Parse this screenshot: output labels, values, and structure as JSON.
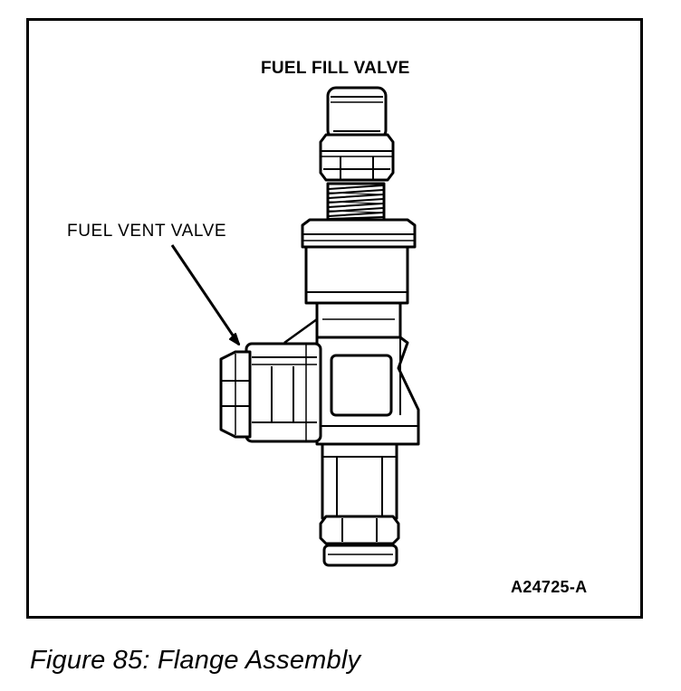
{
  "figure": {
    "labels": {
      "fuel_fill_valve": "FUEL FILL VALVE",
      "fuel_vent_valve": "FUEL VENT VALVE",
      "drawing_code": "A24725-A"
    },
    "caption": "Figure 85: Flange Assembly"
  }
}
